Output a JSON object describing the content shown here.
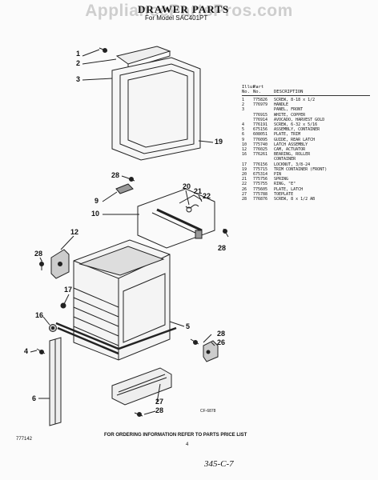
{
  "header": {
    "title": "DRAWER PARTS",
    "subtitle": "For Model SAC401PT",
    "watermark": "AppliancePartsPros.com"
  },
  "callouts": {
    "c1": "1",
    "c2": "2",
    "c3": "3",
    "c19": "19",
    "c28a": "28",
    "c9": "9",
    "c10": "10",
    "c20": "20",
    "c21": "21",
    "c22": "22",
    "c28b": "28",
    "c12": "12",
    "c28c": "28",
    "c17": "17",
    "c16": "16",
    "c5": "5",
    "c28d": "28",
    "c26": "26",
    "c4": "4",
    "c6": "6",
    "c27": "27",
    "c28e": "28"
  },
  "parts_table": {
    "header": {
      "illus": "Illus.",
      "no": "No.",
      "part": "Part",
      "partno": "No.",
      "description": "DESCRIPTION"
    },
    "rows": [
      {
        "illus": "1",
        "part": "775826",
        "desc": "SCREW, 8-18 x 1/2"
      },
      {
        "illus": "2",
        "part": "776979",
        "desc": "HANDLE"
      },
      {
        "illus": "3",
        "part": "",
        "desc": "PANEL, FRONT"
      },
      {
        "illus": "",
        "part": "776915",
        "desc": "WHITE, COPPER"
      },
      {
        "illus": "",
        "part": "776914",
        "desc": "AVOCADO, HARVEST GOLD"
      },
      {
        "illus": "4",
        "part": "776191",
        "desc": "SCREW, 6-32 x 5/16"
      },
      {
        "illus": "5",
        "part": "675156",
        "desc": "ASSEMBLY, CONTAINER"
      },
      {
        "illus": "6",
        "part": "608051",
        "desc": "PLATE, TRIM"
      },
      {
        "illus": "9",
        "part": "776095",
        "desc": "GUIDE, REAR LATCH"
      },
      {
        "illus": "10",
        "part": "775740",
        "desc": "LATCH ASSEMBLY"
      },
      {
        "illus": "12",
        "part": "776025",
        "desc": "CAM, ACTUATOR"
      },
      {
        "illus": "16",
        "part": "776261",
        "desc": "BEARING, ROLLER"
      },
      {
        "illus": "",
        "part": "",
        "desc": "CONTAINER"
      },
      {
        "illus": "17",
        "part": "776156",
        "desc": "LOCKNUT, 3/8-24"
      },
      {
        "illus": "19",
        "part": "775715",
        "desc": "TRIM CONTAINER (FRONT)"
      },
      {
        "illus": "20",
        "part": "675314",
        "desc": "PIN"
      },
      {
        "illus": "21",
        "part": "775756",
        "desc": "SPRING"
      },
      {
        "illus": "22",
        "part": "775755",
        "desc": "RING, \"E\""
      },
      {
        "illus": "26",
        "part": "775605",
        "desc": "PLATE, LATCH"
      },
      {
        "illus": "27",
        "part": "775788",
        "desc": "TOEPLATE"
      },
      {
        "illus": "28",
        "part": "776876",
        "desc": "SCREW, 8 x 1/2 AB"
      }
    ]
  },
  "figure_number": "CF-6878",
  "footer": "FOR ORDERING INFORMATION REFER TO PARTS PRICE LIST",
  "page_number": "4",
  "left_code": "777142",
  "handwritten": "345-C-7"
}
